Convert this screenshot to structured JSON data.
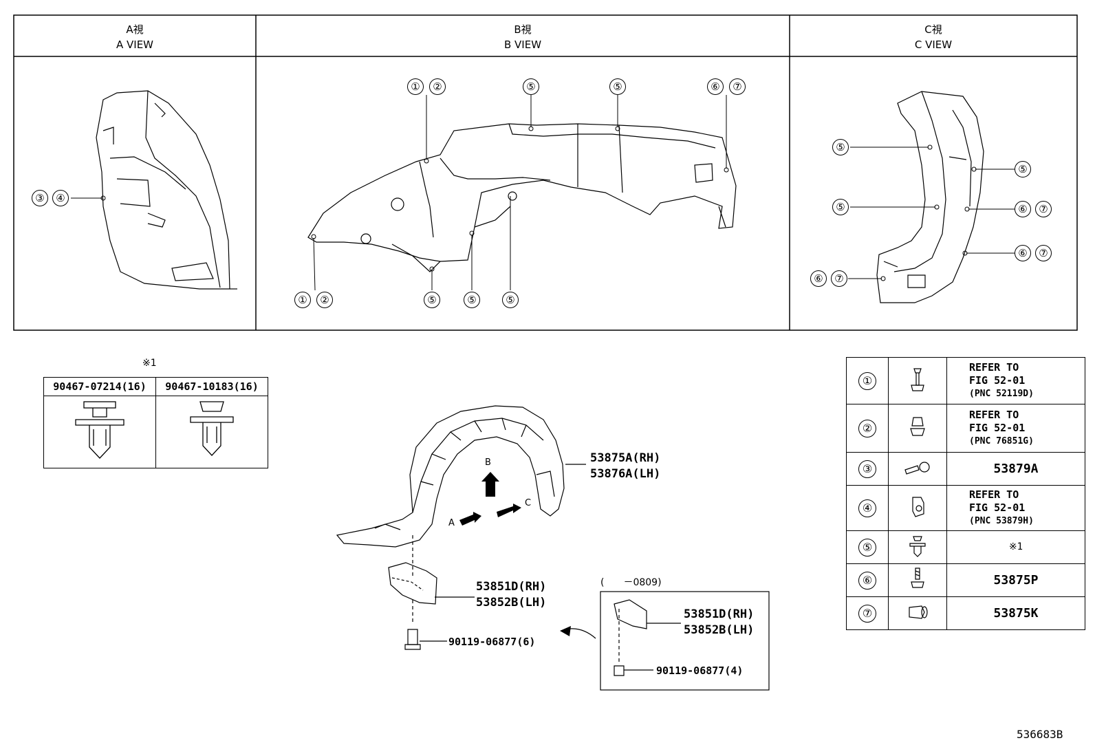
{
  "views": [
    {
      "jp": "A視",
      "en": "A VIEW"
    },
    {
      "jp": "B視",
      "en": "B VIEW"
    },
    {
      "jp": "C視",
      "en": "C VIEW"
    }
  ],
  "callouts": {
    "a34": [
      "③",
      "④"
    ],
    "b_12_top": [
      "①",
      "②"
    ],
    "b_12_bot": [
      "①",
      "②"
    ],
    "b_67": [
      "⑥",
      "⑦"
    ],
    "five": "⑤",
    "c_67": [
      "⑥",
      "⑦"
    ]
  },
  "note_mark": "※1",
  "clips_table": {
    "note": "※1",
    "headers": [
      "90467-07214(16)",
      "90467-10183(16)"
    ]
  },
  "parts": {
    "liner_rh": "53875A(RH)",
    "liner_lh": "53876A(LH)",
    "bracket_rh": "53851D(RH)",
    "bracket_lh": "53852B(LH)",
    "bolt": "90119-06877(6)",
    "inset_range": "(　　－0809)",
    "inset_rh": "53851D(RH)",
    "inset_lh": "53852B(LH)",
    "inset_bolt": "90119-06877(4)"
  },
  "arrows": {
    "a": "A",
    "b": "B",
    "c": "C"
  },
  "legend": [
    {
      "num": "①",
      "lines": [
        "REFER TO",
        "FIG 52-01",
        "(PNC 52119D)"
      ]
    },
    {
      "num": "②",
      "lines": [
        "REFER TO",
        "FIG 52-01",
        "(PNC 76851G)"
      ]
    },
    {
      "num": "③",
      "lines": [
        "53879A"
      ]
    },
    {
      "num": "④",
      "lines": [
        "REFER TO",
        "FIG 52-01",
        "(PNC 53879H)"
      ]
    },
    {
      "num": "⑤",
      "lines": [
        "※1"
      ]
    },
    {
      "num": "⑥",
      "lines": [
        "53875P"
      ]
    },
    {
      "num": "⑦",
      "lines": [
        "53875K"
      ]
    }
  ],
  "figure_code": "536683B"
}
